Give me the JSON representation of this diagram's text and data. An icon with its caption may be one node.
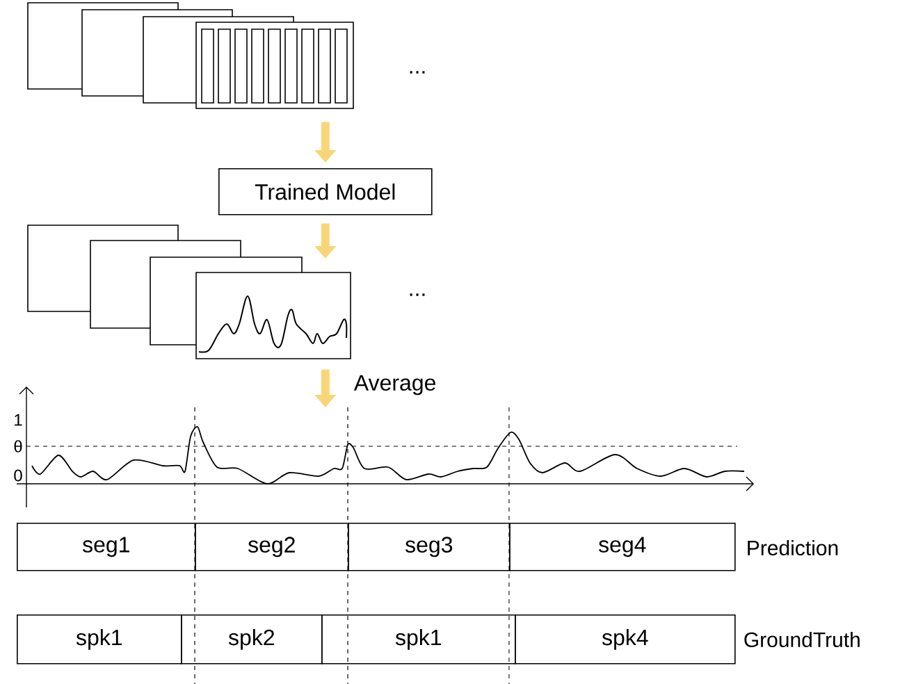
{
  "diagram": {
    "nodes": [
      {
        "text": [],
        "shape": "picture"
      },
      {
        "text": [
          "Trained Model"
        ]
      },
      {
        "text": [],
        "shape": "picture"
      },
      {
        "text": [],
        "shape": "picture"
      },
      {
        "text": [
          "seg1"
        ]
      },
      {
        "text": [
          "seg2"
        ]
      },
      {
        "text": [
          "seg3"
        ]
      },
      {
        "text": [
          "seg4"
        ]
      },
      {
        "text": [
          "spk1"
        ]
      },
      {
        "text": [
          "spk2"
        ]
      },
      {
        "text": [
          "spk1"
        ]
      },
      {
        "text": [
          "spk4"
        ]
      }
    ],
    "edges": [
      {
        "from": 0,
        "to": 1,
        "arrow": "to"
      },
      {
        "from": 1,
        "to": 2,
        "arrow": "to"
      },
      {
        "from": 2,
        "to": 3,
        "arrow": "to",
        "label": "Average"
      }
    ],
    "labels": [
      "...",
      "...",
      "1",
      "θ",
      "0",
      "Prediction",
      "GroundTruth"
    ]
  }
}
